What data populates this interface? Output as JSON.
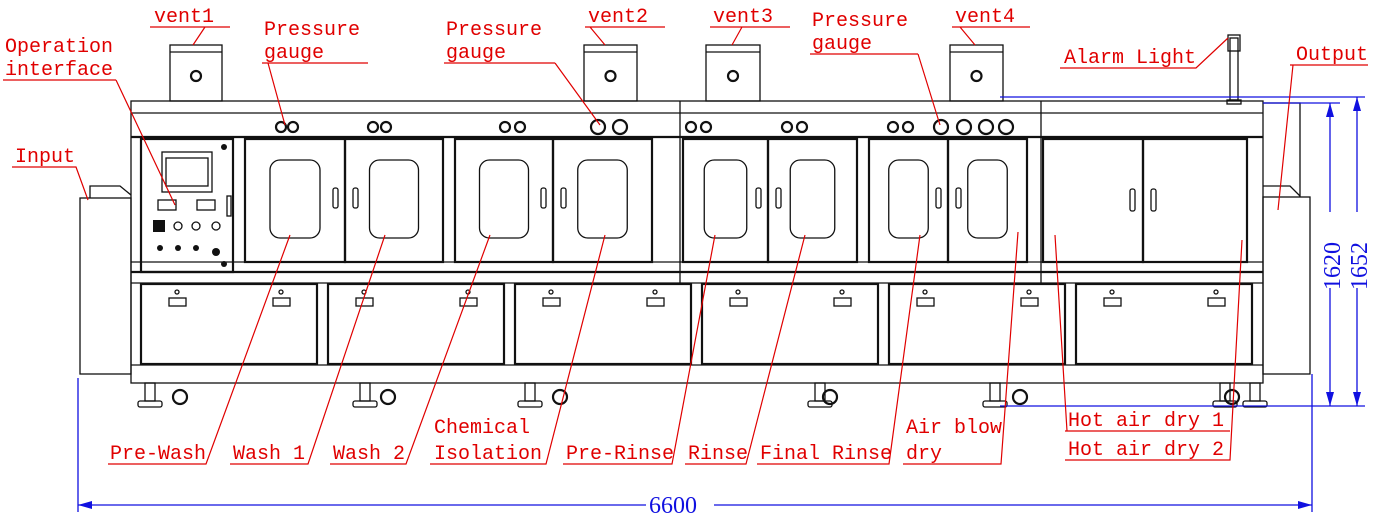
{
  "labels": {
    "vent1": "vent1",
    "vent2": "vent2",
    "vent3": "vent3",
    "vent4": "vent4",
    "pressure_gauge_1": [
      "Pressure",
      "gauge"
    ],
    "pressure_gauge_2": [
      "Pressure",
      "gauge"
    ],
    "pressure_gauge_3": [
      "Pressure",
      "gauge"
    ],
    "operation_interface": [
      "Operation",
      "interface"
    ],
    "alarm_light": "Alarm Light",
    "output": "Output",
    "input": "Input",
    "pre_wash": "Pre-Wash",
    "wash_1": "Wash 1",
    "wash_2": "Wash 2",
    "chemical_isolation": [
      "Chemical",
      "Isolation"
    ],
    "pre_rinse": "Pre-Rinse",
    "rinse": "Rinse",
    "final_rinse": "Final Rinse",
    "air_blow_dry": [
      "Air blow",
      "dry"
    ],
    "hot_air_dry_1": "Hot air dry 1",
    "hot_air_dry_2": "Hot air dry 2"
  },
  "dimensions": {
    "height_inner": "1620",
    "height_overall": "1652",
    "length_overall": "6600"
  },
  "colors": {
    "annotation": "#e00000",
    "dimension": "#1010e0",
    "drawing": "#111111"
  }
}
